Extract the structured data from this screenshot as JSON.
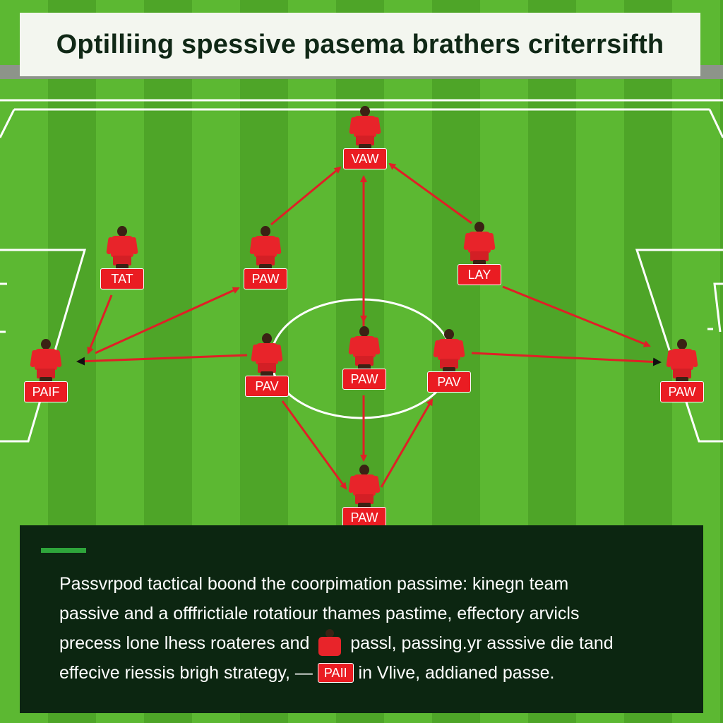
{
  "title": "Optilliing spessive pasema brathers criterrsifth",
  "players": [
    {
      "id": "p1",
      "label": "VAW"
    },
    {
      "id": "p2",
      "label": "TAT"
    },
    {
      "id": "p3",
      "label": "PAW"
    },
    {
      "id": "p4",
      "label": "LAY"
    },
    {
      "id": "p5",
      "label": "PAIF"
    },
    {
      "id": "p6",
      "label": "PAV"
    },
    {
      "id": "p7",
      "label": "PAW"
    },
    {
      "id": "p8",
      "label": "PAV"
    },
    {
      "id": "p9",
      "label": "PAW"
    },
    {
      "id": "p10",
      "label": "PAW"
    }
  ],
  "description": {
    "line1": "Passvrpod tactical boond the coorpimation passime: kinegn team",
    "line2": "passive and a offfrictiale rotatiour thames pastime, effectory arvicls",
    "line3_a": "precess lone lhess roateres  and",
    "line3_b": "passl, passing.yr asssive die tand",
    "line4_a": "effecive riessis brigh strategy, —",
    "line4_tag": "PAII",
    "line4_b": "in Vlive, addianed passe."
  },
  "colors": {
    "grass_light": "#5cb832",
    "grass_dark": "#4ea528",
    "jersey": "#e8242a",
    "arrow": "#e01f26",
    "panel": "#0c2611",
    "accent": "#2ea53b"
  }
}
